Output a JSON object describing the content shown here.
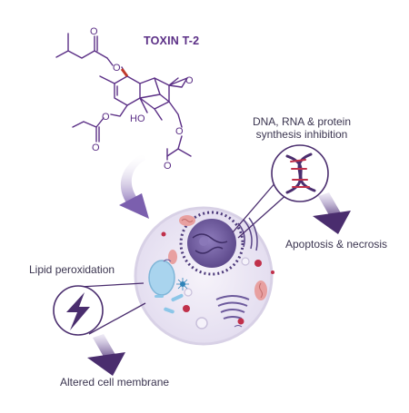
{
  "diagram": {
    "title": "TOXIN T-2",
    "labels": {
      "dna_rna": "DNA, RNA & protein synthesis inhibition",
      "apoptosis": "Apoptosis & necrosis",
      "lipid": "Lipid peroxidation",
      "membrane": "Altered cell membrane"
    },
    "molecule": {
      "atoms": [
        "O",
        "O",
        "O",
        "O",
        "HO",
        "O",
        "O",
        "O"
      ]
    },
    "icons": [
      "dna-helix-icon",
      "lightning-icon",
      "down-arrow-icon",
      "curved-arrow-icon"
    ]
  },
  "colors": {
    "structure": "#5b2f86",
    "bond_red": "#c0392b",
    "accent_purple": "#6a3d9a",
    "arrow_dark": "#4a2d6e",
    "arrow_light": "#8e76b5",
    "cell_fill": "#ece8f3",
    "nucleus": "#6d5a9c",
    "mito": "#e8a0a0",
    "vacuole": "#a9d4ee",
    "red_dot": "#c0304a",
    "text": "#3b3550"
  }
}
